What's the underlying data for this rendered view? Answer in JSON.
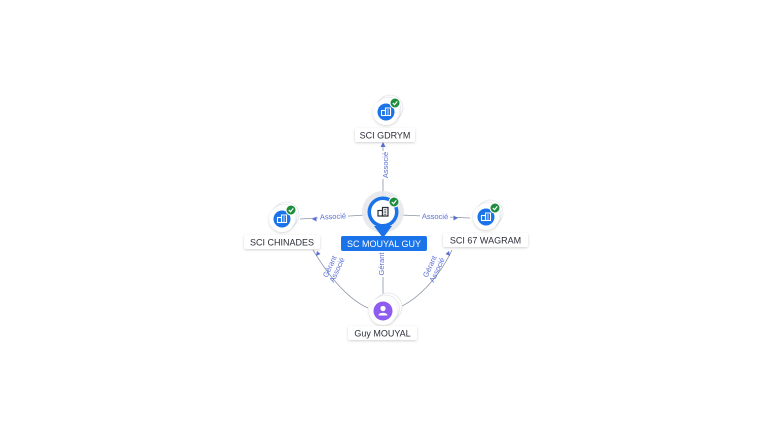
{
  "colors": {
    "company_icon": "#1a73e8",
    "person_icon": "#8e5cf0",
    "verified_badge": "#1e8e3e",
    "edge": "#8a93a8",
    "edge_label": "#5a6fd6",
    "focus_label_bg": "#1a73e8"
  },
  "nodes": [
    {
      "id": "sc_mouyal_guy",
      "label": "SC MOUYAL GUY",
      "type": "company",
      "icon": "building-icon",
      "verified": true,
      "focus": true
    },
    {
      "id": "sci_gdrym",
      "label": "SCI GDRYM",
      "type": "company",
      "icon": "building-icon",
      "verified": true
    },
    {
      "id": "sci_chinades",
      "label": "SCI CHINADES",
      "type": "company",
      "icon": "building-icon",
      "verified": true
    },
    {
      "id": "sci_67_wagram",
      "label": "SCI 67 WAGRAM",
      "type": "company",
      "icon": "building-icon",
      "verified": true
    },
    {
      "id": "guy_mouyal",
      "label": "Guy MOUYAL",
      "type": "person",
      "icon": "person-icon",
      "verified": false
    }
  ],
  "edges": [
    {
      "from": "sc_mouyal_guy",
      "to": "sci_gdrym",
      "label": "Associé"
    },
    {
      "from": "sc_mouyal_guy",
      "to": "sci_chinades",
      "label": "Associé"
    },
    {
      "from": "sc_mouyal_guy",
      "to": "sci_67_wagram",
      "label": "Associé"
    },
    {
      "from": "guy_mouyal",
      "to": "sc_mouyal_guy",
      "label": "Gérant"
    },
    {
      "from": "guy_mouyal",
      "to": "sci_chinades",
      "label": "Gérant",
      "label2": "Associé"
    },
    {
      "from": "guy_mouyal",
      "to": "sci_67_wagram",
      "label": "Gérant",
      "label2": "Associé"
    }
  ]
}
